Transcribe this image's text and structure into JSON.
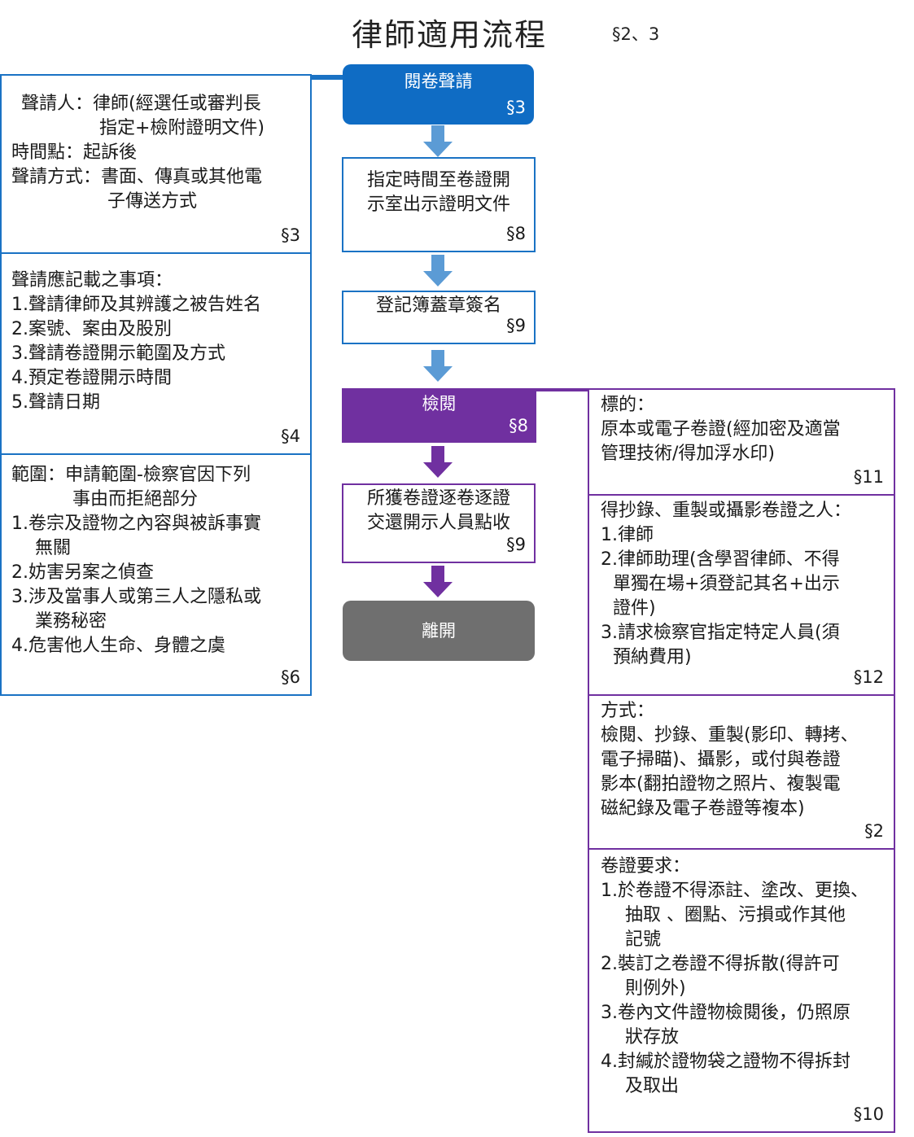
{
  "title": "律師適用流程",
  "title_ref": "§2、3",
  "colors": {
    "blue": "#1a72c4",
    "blue_fill": "#0f6cc4",
    "blue_arrow": "#5b9bd5",
    "purple": "#7030a0",
    "grey": "#6f6f6f"
  },
  "flow": [
    {
      "label": "閱卷聲請",
      "ref": "§3"
    },
    {
      "label_lines": [
        "指定時間至卷證開",
        "示室出示證明文件"
      ],
      "ref": "§8"
    },
    {
      "label": "登記簿蓋章簽名",
      "ref": "§9"
    },
    {
      "label": "檢閱",
      "ref": "§8"
    },
    {
      "label_lines": [
        "所獲卷證逐卷逐證",
        "交還開示人員點收"
      ],
      "ref": "§9"
    },
    {
      "label": "離開"
    }
  ],
  "left": [
    {
      "lines": [
        "聲請人：律師(經選任或審判長",
        "指定+檢附證明文件)",
        "時間點：起訴後",
        "聲請方式：書面、傳真或其他電",
        "子傳送方式"
      ],
      "ref": "§3"
    },
    {
      "lines": [
        "聲請應記載之事項：",
        "1.聲請律師及其辨護之被告姓名",
        "2.案號、案由及股別",
        "3.聲請卷證開示範圍及方式",
        "4.預定卷證開示時間",
        "5.聲請日期"
      ],
      "ref": "§4"
    },
    {
      "lines": [
        "範圍：申請範圍-檢察官因下列",
        "事由而拒絕部分",
        "1.卷宗及證物之內容與被訴事實",
        "無關",
        "2.妨害另案之偵查",
        "3.涉及當事人或第三人之隱私或",
        "業務秘密",
        "4.危害他人生命、身體之虞"
      ],
      "ref": "§6"
    }
  ],
  "right": [
    {
      "lines": [
        "標的：",
        "原本或電子卷證(經加密及適當",
        "管理技術/得加浮水印)"
      ],
      "ref": "§11"
    },
    {
      "lines": [
        "得抄錄、重製或攝影卷證之人：",
        "1.律師",
        "2.律師助理(含學習律師、不得",
        "單獨在場+須登記其名+出示",
        "證件)",
        "3.請求檢察官指定特定人員(須",
        "預納費用)"
      ],
      "ref": "§12"
    },
    {
      "lines": [
        "方式：",
        "檢閱、抄錄、重製(影印、轉拷、",
        "電子掃瞄)、攝影，或付與卷證",
        "影本(翻拍證物之照片、複製電",
        "磁紀錄及電子卷證等複本)"
      ],
      "ref": "§2"
    },
    {
      "lines": [
        "卷證要求：",
        "1.於卷證不得添註、塗改、更換、",
        "抽取 、圈點、污損或作其他",
        "記號",
        "2.裝訂之卷證不得拆散(得許可",
        "則例外)",
        "3.卷內文件證物檢閱後，仍照原",
        "狀存放",
        "4.封緘於證物袋之證物不得拆封",
        "及取出"
      ],
      "ref": "§10"
    }
  ]
}
